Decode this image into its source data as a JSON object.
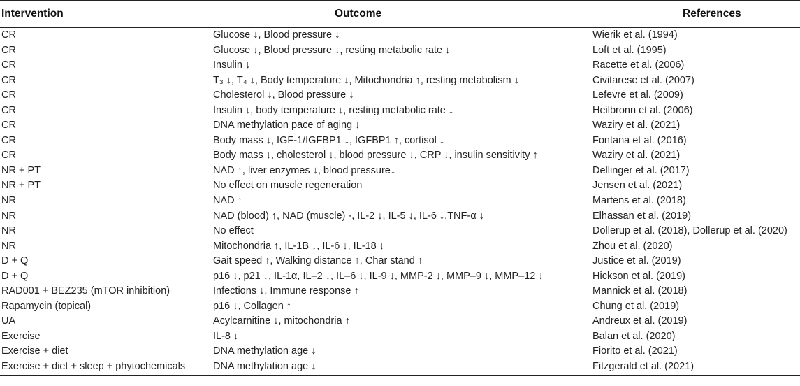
{
  "headers": {
    "intervention": "Intervention",
    "outcome": "Outcome",
    "references": "References"
  },
  "rows": [
    {
      "intervention": "CR",
      "outcome": "Glucose ↓, Blood pressure ↓",
      "reference": "Wierik et al. (1994)"
    },
    {
      "intervention": "CR",
      "outcome": "Glucose ↓, Blood pressure ↓, resting metabolic rate ↓",
      "reference": "Loft et al. (1995)"
    },
    {
      "intervention": "CR",
      "outcome": "Insulin ↓",
      "reference": "Racette et al. (2006)"
    },
    {
      "intervention": "CR",
      "outcome": "T₃ ↓, T₄ ↓, Body temperature ↓, Mitochondria ↑, resting metabolism ↓",
      "reference": "Civitarese et al. (2007)"
    },
    {
      "intervention": "CR",
      "outcome": "Cholesterol ↓, Blood pressure ↓",
      "reference": "Lefevre et al. (2009)"
    },
    {
      "intervention": "CR",
      "outcome": "Insulin ↓, body temperature ↓, resting metabolic rate ↓",
      "reference": "Heilbronn et al. (2006)"
    },
    {
      "intervention": "CR",
      "outcome": "DNA methylation pace of aging ↓",
      "reference": "Waziry et al. (2021)"
    },
    {
      "intervention": "CR",
      "outcome": "Body mass ↓, IGF-1/IGFBP1 ↓, IGFBP1 ↑, cortisol ↓",
      "reference": "Fontana et al. (2016)"
    },
    {
      "intervention": "CR",
      "outcome": "Body mass ↓, cholesterol ↓, blood pressure ↓, CRP ↓, insulin sensitivity ↑",
      "reference": "Waziry et al. (2021)"
    },
    {
      "intervention": "NR + PT",
      "outcome": "NAD ↑, liver enzymes ↓, blood pressure↓",
      "reference": "Dellinger et al. (2017)"
    },
    {
      "intervention": "NR + PT",
      "outcome": "No effect on muscle regeneration",
      "reference": "Jensen et al. (2021)"
    },
    {
      "intervention": "NR",
      "outcome": "NAD ↑",
      "reference": "Martens et al. (2018)"
    },
    {
      "intervention": "NR",
      "outcome": "NAD (blood) ↑, NAD (muscle) -, IL-2 ↓, IL-5 ↓, IL-6 ↓,TNF-α ↓",
      "reference": "Elhassan et al. (2019)"
    },
    {
      "intervention": "NR",
      "outcome": "No effect",
      "reference": "Dollerup et al. (2018), Dollerup et al. (2020)"
    },
    {
      "intervention": "NR",
      "outcome": "Mitochondria ↑, IL-1B ↓, IL-6 ↓, IL-18 ↓",
      "reference": "Zhou et al. (2020)"
    },
    {
      "intervention": "D + Q",
      "outcome": "Gait speed ↑, Walking distance ↑, Char stand ↑",
      "reference": "Justice et al. (2019)"
    },
    {
      "intervention": "D + Q",
      "outcome": "p16 ↓, p21 ↓, IL-1α, IL–2 ↓, IL–6 ↓, IL-9 ↓, MMP-2 ↓, MMP–9 ↓, MMP–12 ↓",
      "reference": "Hickson et al. (2019)"
    },
    {
      "intervention": "RAD001 + BEZ235 (mTOR inhibition)",
      "outcome": "Infections ↓, Immune response ↑",
      "reference": "Mannick et al. (2018)"
    },
    {
      "intervention": "Rapamycin (topical)",
      "outcome": "p16 ↓, Collagen ↑",
      "reference": "Chung et al. (2019)"
    },
    {
      "intervention": "UA",
      "outcome": "Acylcarnitine ↓, mitochondria ↑",
      "reference": "Andreux et al. (2019)"
    },
    {
      "intervention": "Exercise",
      "outcome": "IL-8 ↓",
      "reference": "Balan et al. (2020)"
    },
    {
      "intervention": "Exercise + diet",
      "outcome": "DNA methylation age ↓",
      "reference": "Fiorito et al. (2021)"
    },
    {
      "intervention": "Exercise + diet + sleep + phytochemicals",
      "outcome": "DNA methylation age ↓",
      "reference": "Fitzgerald et al. (2021)"
    }
  ]
}
